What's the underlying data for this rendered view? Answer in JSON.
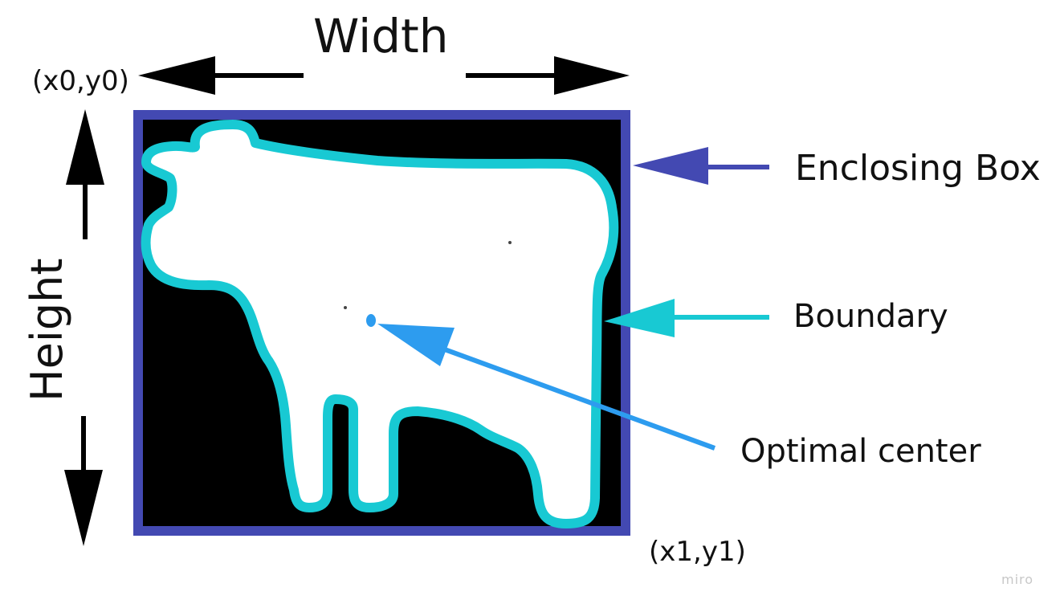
{
  "labels": {
    "width": "Width",
    "height": "Height",
    "origin": "(x0,y0)",
    "end_corner": "(x1,y1)",
    "enclosing_box": "Enclosing Box",
    "boundary": "Boundary",
    "optimal_center": "Optimal center"
  },
  "watermark": "miro",
  "colors": {
    "enclosing_box": "#4349b2",
    "boundary": "#18c9d3",
    "optimal_center": "#2d9cef",
    "arrows": "#000000",
    "shape_fill": "#ffffff",
    "background_fill": "#000000"
  }
}
